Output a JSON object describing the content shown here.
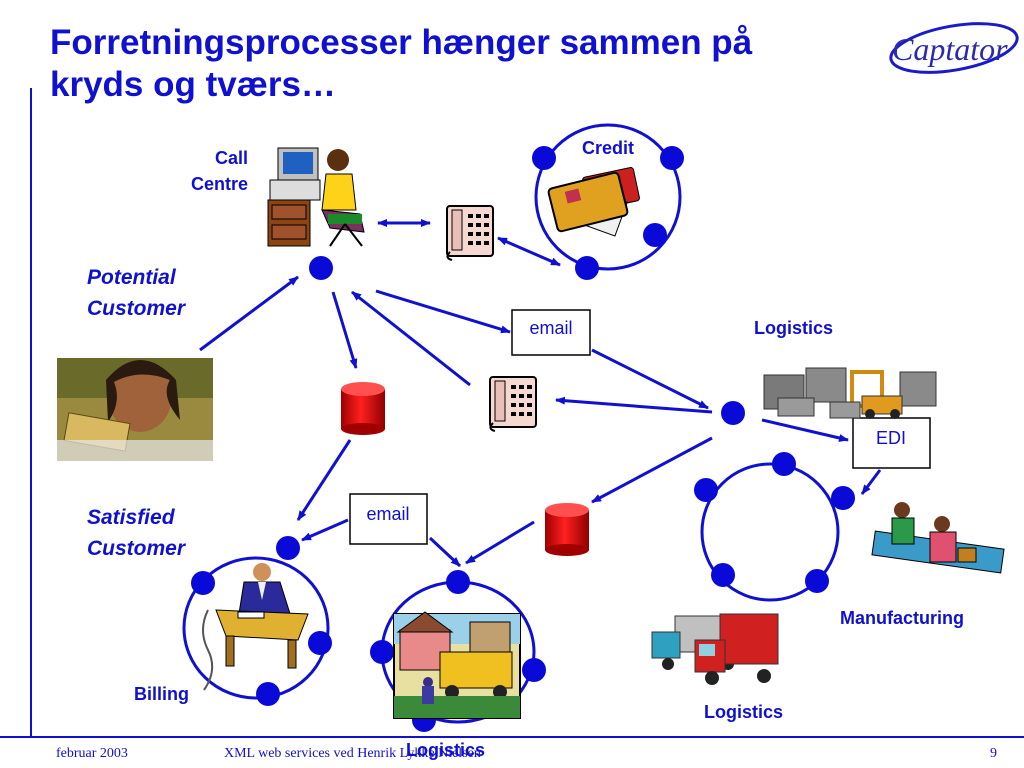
{
  "slide": {
    "title_line1": "Forretningsprocesser hænger sammen på",
    "title_line2": "kryds og tværs…",
    "logo_text": "Captator"
  },
  "labels": {
    "call_centre_1": "Call",
    "call_centre_2": "Centre",
    "credit": "Credit",
    "potential_1": "Potential",
    "potential_2": "Customer",
    "satisfied_1": "Satisfied",
    "satisfied_2": "Customer",
    "logistics_top": "Logistics",
    "manufacturing": "Manufacturing",
    "logistics_trucks": "Logistics",
    "logistics_bottom": "Logistics",
    "billing": "Billing"
  },
  "boxes": {
    "email_top": "email",
    "email_bottom": "email",
    "edi": "EDI"
  },
  "footer": {
    "date": "februar 2003",
    "subtitle": "XML web services ved Henrik Lykke Nielsen",
    "page": "9"
  },
  "colors": {
    "accent": "#1010d0",
    "node": "#0a0ad8",
    "database": "#dd0a0a"
  }
}
